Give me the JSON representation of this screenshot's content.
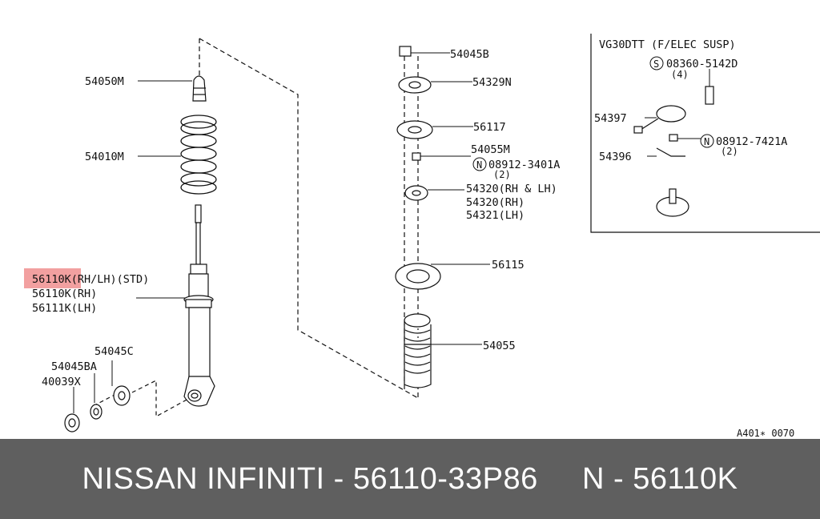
{
  "labels": {
    "l54050M": "54050M",
    "l54010M": "54010M",
    "l56110K_std": "56110K(RH/LH)(STD)",
    "l56110K_rh": "56110K(RH)",
    "l56111K_lh": "56111K(LH)",
    "l54045C": "54045C",
    "l54045BA": "54045BA",
    "l40039X": "40039X",
    "l54045B": "54045B",
    "l54329N": "54329N",
    "l56117": "56117",
    "l54055M": "54055M",
    "l08912_3401A": "08912-3401A",
    "l08912_3401A_qty": "(2)",
    "l54320_rhlh": "54320(RH & LH)",
    "l54320_rh": "54320(RH)",
    "l54321_lh": "54321(LH)",
    "l56115": "56115",
    "l54055": "54055",
    "inset_title": "VG30DTT (F/ELEC SUSP)",
    "l08360_5142D": "08360-5142D",
    "l08360_qty": "(4)",
    "l54397": "54397",
    "l08912_7421A": "08912-7421A",
    "l08912_7421A_qty": "(2)",
    "l54396": "54396",
    "drawing_code": "A401∗ 0070",
    "sym_S": "S",
    "sym_N": "N"
  },
  "footer": {
    "text": "NISSAN INFINITI - 56110-33P86     N - 56110K"
  },
  "colors": {
    "highlight": "#f2a0a0",
    "footer_bg": "#5f5f5f",
    "footer_text": "#ffffff"
  }
}
